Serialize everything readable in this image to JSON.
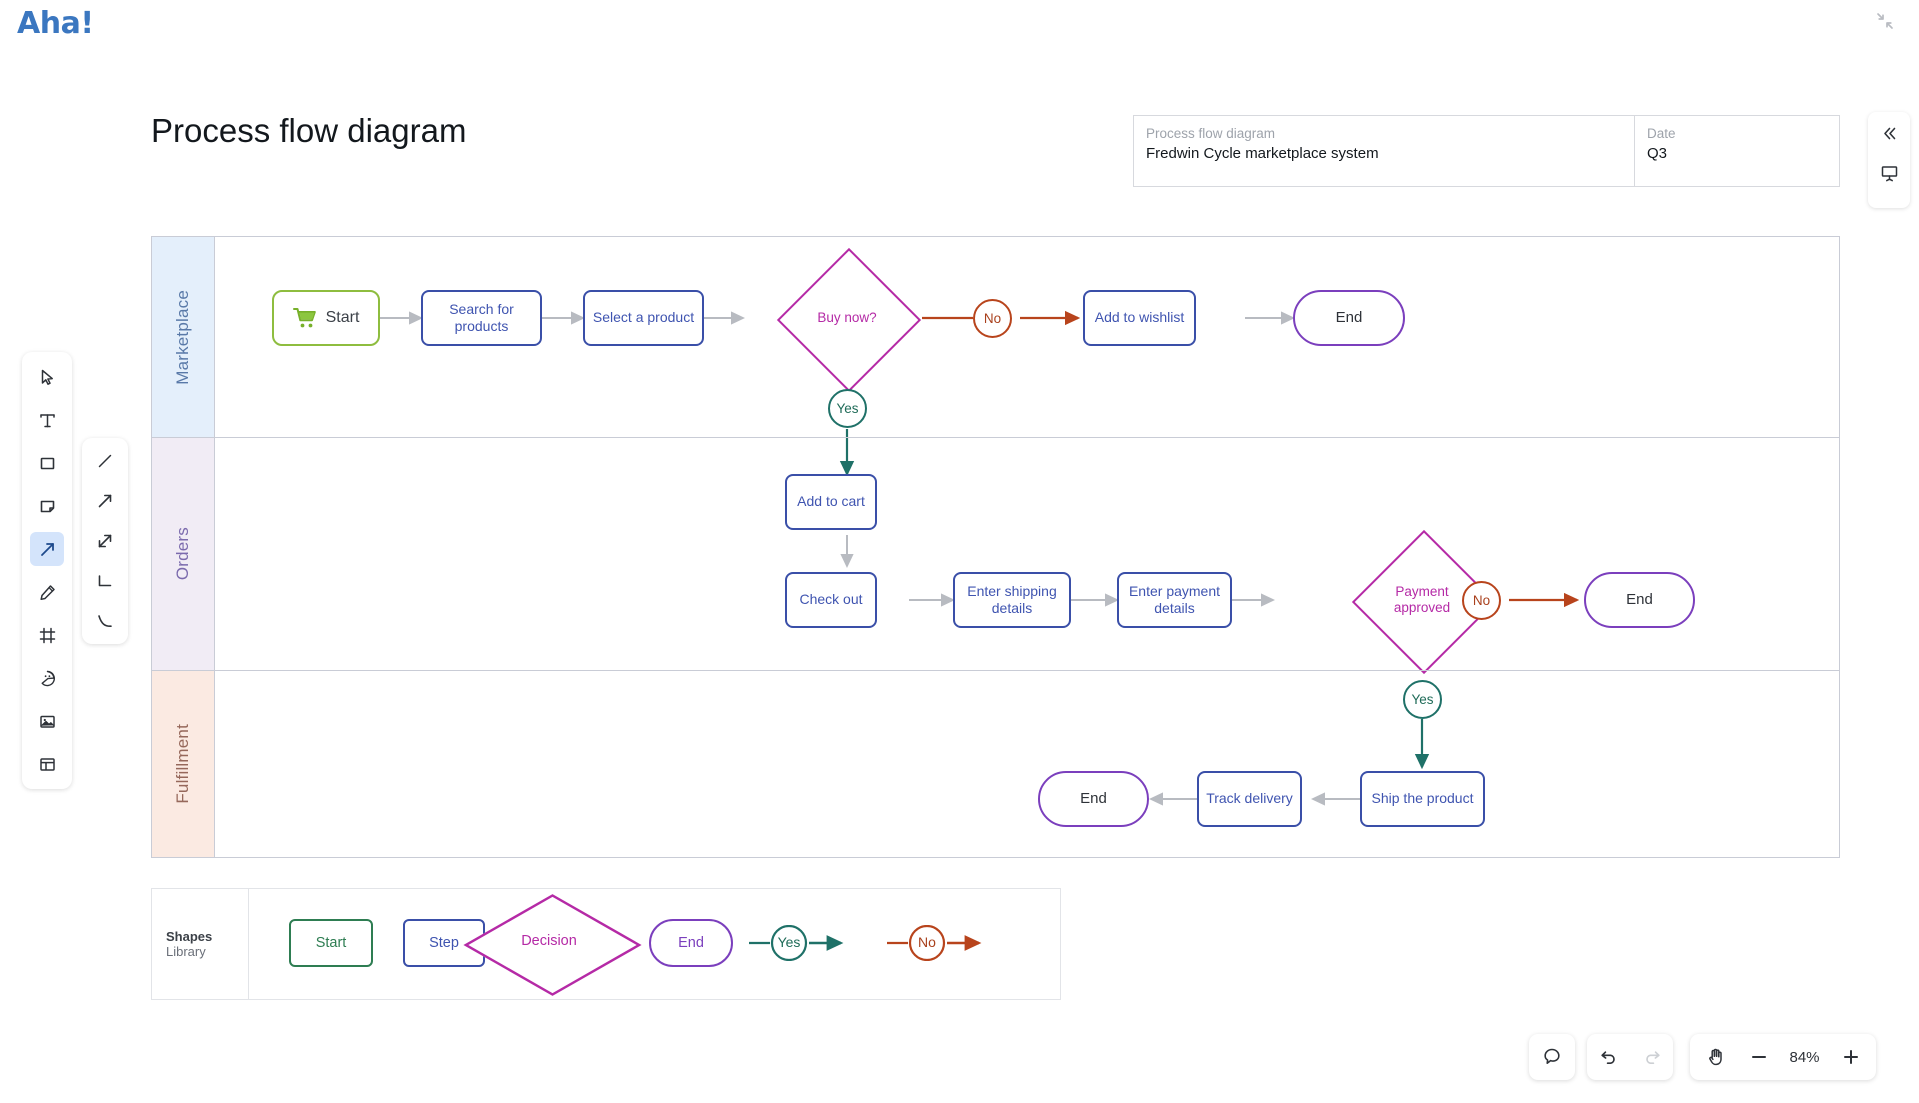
{
  "brand": {
    "name": "Aha!",
    "color": "#3b77c0"
  },
  "page": {
    "title": "Process flow diagram"
  },
  "meta": {
    "left_label": "Process flow diagram",
    "left_value": "Fredwin Cycle marketplace system",
    "right_label": "Date",
    "right_value": "Q3"
  },
  "top_controls": {
    "minimize": "minimize-icon",
    "collapse_panel": "chevron-double-left-icon",
    "present": "presentation-screen-icon"
  },
  "toolbar": {
    "items": [
      {
        "name": "select-tool",
        "icon": "cursor-icon",
        "active": false
      },
      {
        "name": "text-tool",
        "icon": "text-icon",
        "active": false
      },
      {
        "name": "rectangle-tool",
        "icon": "rectangle-icon",
        "active": false
      },
      {
        "name": "note-tool",
        "icon": "sticky-note-icon",
        "active": false
      },
      {
        "name": "connector-tool",
        "icon": "arrow-diagonal-icon",
        "active": true
      },
      {
        "name": "pencil-tool",
        "icon": "pencil-icon",
        "active": false
      },
      {
        "name": "frame-tool",
        "icon": "frame-icon",
        "active": false
      },
      {
        "name": "sticker-tool",
        "icon": "sticker-icon",
        "active": false
      },
      {
        "name": "image-tool",
        "icon": "image-icon",
        "active": false
      },
      {
        "name": "template-tool",
        "icon": "layout-template-icon",
        "active": false
      }
    ]
  },
  "connector_toolbar": {
    "items": [
      {
        "name": "line-connector",
        "icon": "line-icon"
      },
      {
        "name": "single-arrow-connector",
        "icon": "arrow-single-icon"
      },
      {
        "name": "double-arrow-connector",
        "icon": "arrow-double-icon"
      },
      {
        "name": "elbow-connector",
        "icon": "elbow-line-icon"
      },
      {
        "name": "curved-connector",
        "icon": "curved-line-icon"
      }
    ]
  },
  "chart_data": {
    "type": "diagram",
    "title": "Process flow diagram",
    "subtitle": "Fredwin Cycle marketplace system",
    "lanes": [
      {
        "id": "marketplace",
        "label": "Marketplace",
        "band_color": "#e4effb",
        "text_color": "#5979a8"
      },
      {
        "id": "orders",
        "label": "Orders",
        "band_color": "#f1ecf5",
        "text_color": "#7b6aad"
      },
      {
        "id": "fulfillment",
        "label": "Fulfillment",
        "band_color": "#fbeae2",
        "text_color": "#96685b"
      }
    ],
    "nodes": [
      {
        "id": "start",
        "lane": "marketplace",
        "shape": "start",
        "label": "Start",
        "icon": "shopping-cart-icon"
      },
      {
        "id": "search",
        "lane": "marketplace",
        "shape": "step",
        "label": "Search for products"
      },
      {
        "id": "select",
        "lane": "marketplace",
        "shape": "step",
        "label": "Select a product"
      },
      {
        "id": "buynow",
        "lane": "marketplace",
        "shape": "decision",
        "label": "Buy now?"
      },
      {
        "id": "wishlist",
        "lane": "marketplace",
        "shape": "step",
        "label": "Add to wishlist"
      },
      {
        "id": "end1",
        "lane": "marketplace",
        "shape": "end",
        "label": "End"
      },
      {
        "id": "addcart",
        "lane": "orders",
        "shape": "step",
        "label": "Add to cart"
      },
      {
        "id": "checkout",
        "lane": "orders",
        "shape": "step",
        "label": "Check out"
      },
      {
        "id": "shipping",
        "lane": "orders",
        "shape": "step",
        "label": "Enter shipping details"
      },
      {
        "id": "payment",
        "lane": "orders",
        "shape": "step",
        "label": "Enter payment details"
      },
      {
        "id": "approved",
        "lane": "orders",
        "shape": "decision",
        "label": "Payment approved"
      },
      {
        "id": "end2",
        "lane": "orders",
        "shape": "end",
        "label": "End"
      },
      {
        "id": "ship",
        "lane": "fulfillment",
        "shape": "step",
        "label": "Ship the product"
      },
      {
        "id": "track",
        "lane": "fulfillment",
        "shape": "step",
        "label": "Track delivery"
      },
      {
        "id": "end3",
        "lane": "fulfillment",
        "shape": "end",
        "label": "End"
      }
    ],
    "edges": [
      {
        "from": "start",
        "to": "search",
        "label": ""
      },
      {
        "from": "search",
        "to": "select",
        "label": ""
      },
      {
        "from": "select",
        "to": "buynow",
        "label": ""
      },
      {
        "from": "buynow",
        "to": "wishlist",
        "label": "No",
        "color": "#b8441c"
      },
      {
        "from": "wishlist",
        "to": "end1",
        "label": ""
      },
      {
        "from": "buynow",
        "to": "addcart",
        "label": "Yes",
        "color": "#1f7168"
      },
      {
        "from": "addcart",
        "to": "checkout",
        "label": ""
      },
      {
        "from": "checkout",
        "to": "shipping",
        "label": ""
      },
      {
        "from": "shipping",
        "to": "payment",
        "label": ""
      },
      {
        "from": "payment",
        "to": "approved",
        "label": ""
      },
      {
        "from": "approved",
        "to": "end2",
        "label": "No",
        "color": "#b8441c"
      },
      {
        "from": "approved",
        "to": "ship",
        "label": "Yes",
        "color": "#1f7168"
      },
      {
        "from": "ship",
        "to": "track",
        "label": ""
      },
      {
        "from": "track",
        "to": "end3",
        "label": ""
      }
    ],
    "node_labels": {
      "start": "Start",
      "search": "Search for products",
      "select": "Select a product",
      "buynow": "Buy now?",
      "wishlist": "Add to wishlist",
      "end1": "End",
      "addcart": "Add to cart",
      "checkout": "Check out",
      "shipping": "Enter shipping details",
      "payment": "Enter payment details",
      "approved": "Payment approved",
      "end2": "End",
      "ship": "Ship the product",
      "track": "Track delivery",
      "end3": "End"
    },
    "badges": {
      "yes1": "Yes",
      "no1": "No",
      "yes2": "Yes",
      "no2": "No"
    },
    "colors": {
      "step_border": "#3a4fa8",
      "step_text": "#3f54b0",
      "start_border": "#8ebd3f",
      "decision": "#b52aa6",
      "end_border": "#7b3fbd",
      "yes": "#1f7168",
      "no": "#b8441c",
      "default_connector": "#b8bbc1"
    }
  },
  "shapes_library": {
    "label_line1": "Shapes",
    "label_line2": "Library",
    "items": [
      {
        "name": "lib-shape-start",
        "label": "Start",
        "shape": "rect",
        "color": "#2e7d52"
      },
      {
        "name": "lib-shape-step",
        "label": "Step",
        "shape": "rect",
        "color": "#3f54b0"
      },
      {
        "name": "lib-shape-decision",
        "label": "Decision",
        "shape": "diamond",
        "color": "#b52aa6"
      },
      {
        "name": "lib-shape-end",
        "label": "End",
        "shape": "pill",
        "color": "#7b3fbd"
      },
      {
        "name": "lib-shape-yes",
        "label": "Yes",
        "shape": "connector-badge",
        "color": "#1f7168"
      },
      {
        "name": "lib-shape-no",
        "label": "No",
        "shape": "connector-badge",
        "color": "#b8441c"
      }
    ]
  },
  "bottom_controls": {
    "comment": "comment-icon",
    "undo": "undo-icon",
    "redo": "redo-icon",
    "pan": "hand-icon",
    "zoom_out": "minus-icon",
    "zoom_level": "84%",
    "zoom_in": "plus-icon"
  }
}
